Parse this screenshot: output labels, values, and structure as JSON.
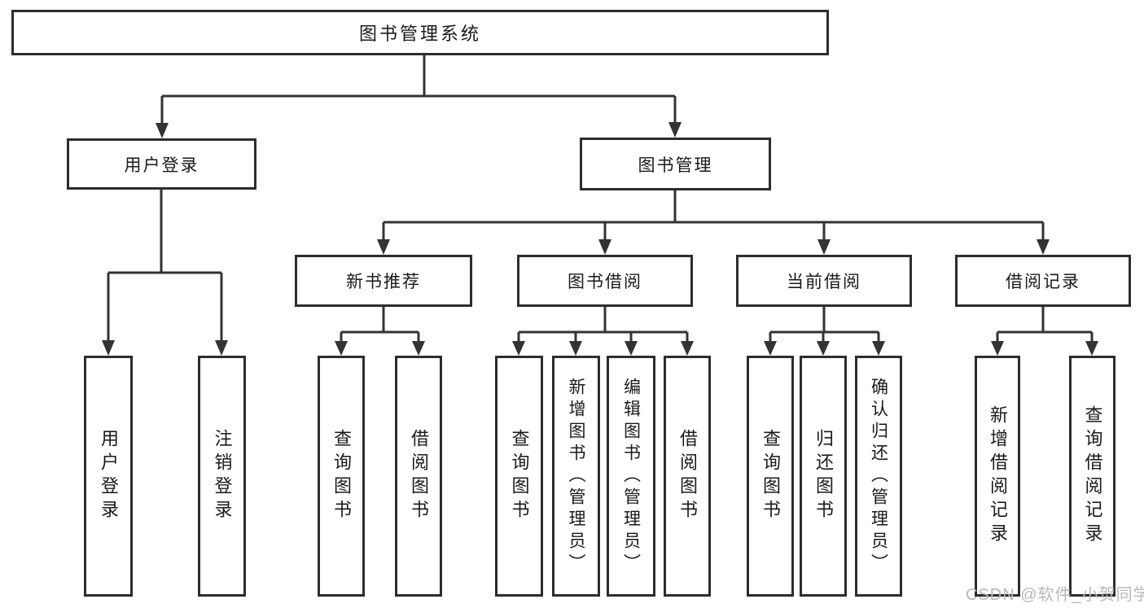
{
  "diagram": {
    "title_node": "图书管理系统",
    "watermark": "CSDN @软件_小贺同学",
    "colors": {
      "line": "#333333",
      "box_border": "#2d2d2d",
      "box_fill": "#ffffff",
      "text": "#1a1a1a",
      "watermark": "#b8b8b8"
    },
    "nodes": {
      "root": {
        "label": "图书管理系统"
      },
      "user_login": {
        "label": "用户登录"
      },
      "book_mgmt": {
        "label": "图书管理"
      },
      "new_book_rec": {
        "label": "新书推荐"
      },
      "book_borrow": {
        "label": "图书借阅"
      },
      "current_borrow": {
        "label": "当前借阅"
      },
      "borrow_records": {
        "label": "借阅记录"
      },
      "leaf_user_login": {
        "label": "用户登录"
      },
      "leaf_logout": {
        "label": "注销登录"
      },
      "leaf_query_book_1": {
        "label": "查询图书"
      },
      "leaf_borrow_book_1": {
        "label": "借阅图书"
      },
      "leaf_query_book_2": {
        "label": "查询图书"
      },
      "leaf_add_book": {
        "label": "新增图书（管理员）"
      },
      "leaf_edit_book": {
        "label": "编辑图书（管理员）"
      },
      "leaf_borrow_book_2": {
        "label": "借阅图书"
      },
      "leaf_query_book_3": {
        "label": "查询图书"
      },
      "leaf_return_book": {
        "label": "归还图书"
      },
      "leaf_confirm_return": {
        "label": "确认归还（管理员）"
      },
      "leaf_add_borrow_record": {
        "label": "新增借阅记录"
      },
      "leaf_query_borrow_record": {
        "label": "查询借阅记录"
      }
    }
  }
}
